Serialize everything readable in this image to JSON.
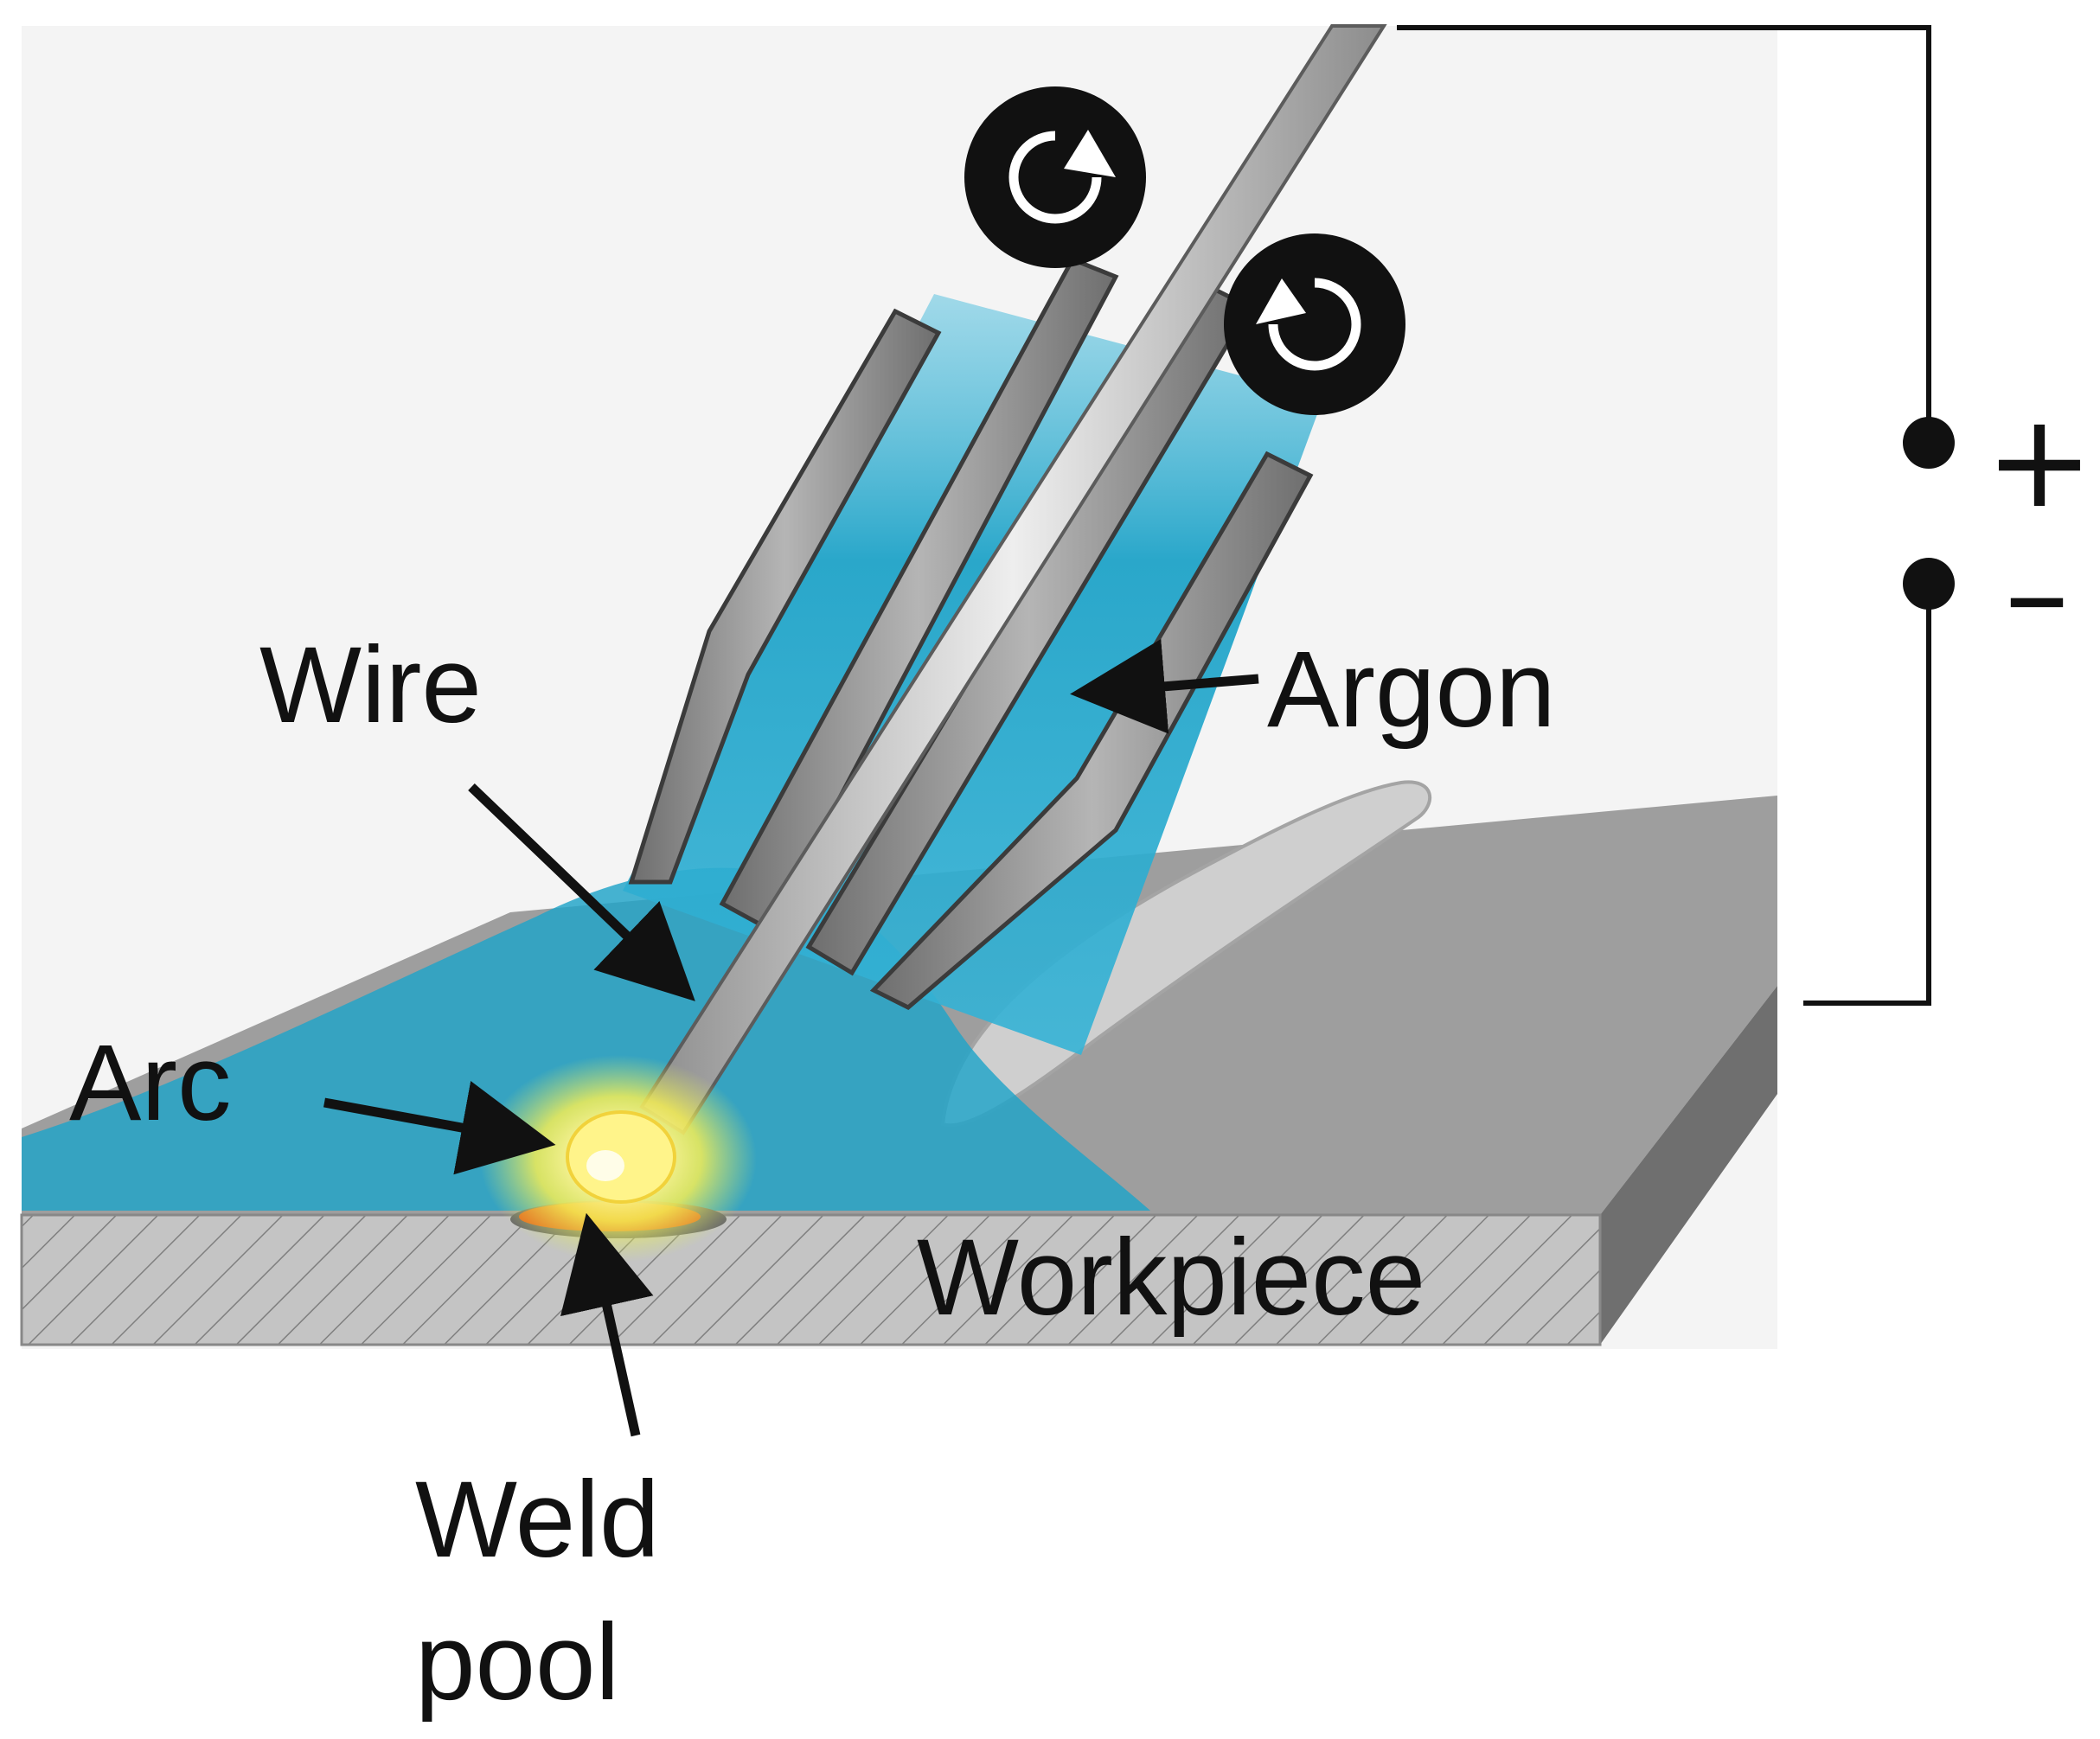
{
  "labels": {
    "wire": "Wire",
    "argon": "Argon",
    "arc": "Arc",
    "workpiece": "Workpiece",
    "weld_pool_line1": "Weld",
    "weld_pool_line2": "pool",
    "plus": "+",
    "minus": "–"
  },
  "colors": {
    "shield_gas": "#1fa3c8",
    "plate_top": "#9c9c9c",
    "plate_side": "#b9b9b9",
    "nozzle": "#8a8a8a",
    "wire": "#c9c9c9",
    "arc_glow": "#fff27a",
    "weld_pool": "#e8661a",
    "background_panel": "#f4f4f4",
    "ink": "#111111"
  },
  "icons": [
    "rotate-cw-icon",
    "rotate-ccw-icon",
    "arrow-icon"
  ]
}
